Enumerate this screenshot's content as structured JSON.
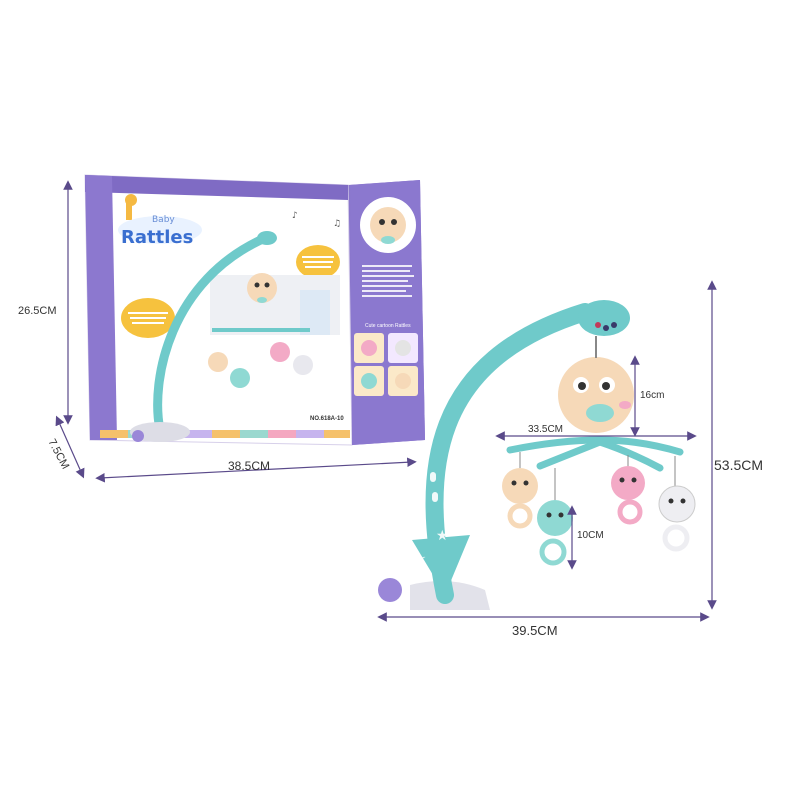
{
  "box": {
    "brand_small": "Baby",
    "brand_main": "Rattles",
    "model_no": "NO.618A-10",
    "side_title": "Cute cartoon Rattles",
    "colors": {
      "purple": "#7f6bc4",
      "teal": "#5fc6c6",
      "lavender": "#cfc3ee"
    }
  },
  "dimensions": {
    "box_height": "26.5CM",
    "box_depth": "7.5CM",
    "box_width": "38.5CM",
    "mobile_height": "53.5CM",
    "mobile_width": "39.5CM",
    "arm_span": "33.5CM",
    "toy_drop": "16cm",
    "rattle_drop": "10CM"
  },
  "colors": {
    "dimension_line": "#5a4a8a",
    "arm": "#6fcaca",
    "toy_peach": "#f6d9b8",
    "toy_pink": "#f3aac6",
    "toy_mint": "#8fd9d3"
  }
}
